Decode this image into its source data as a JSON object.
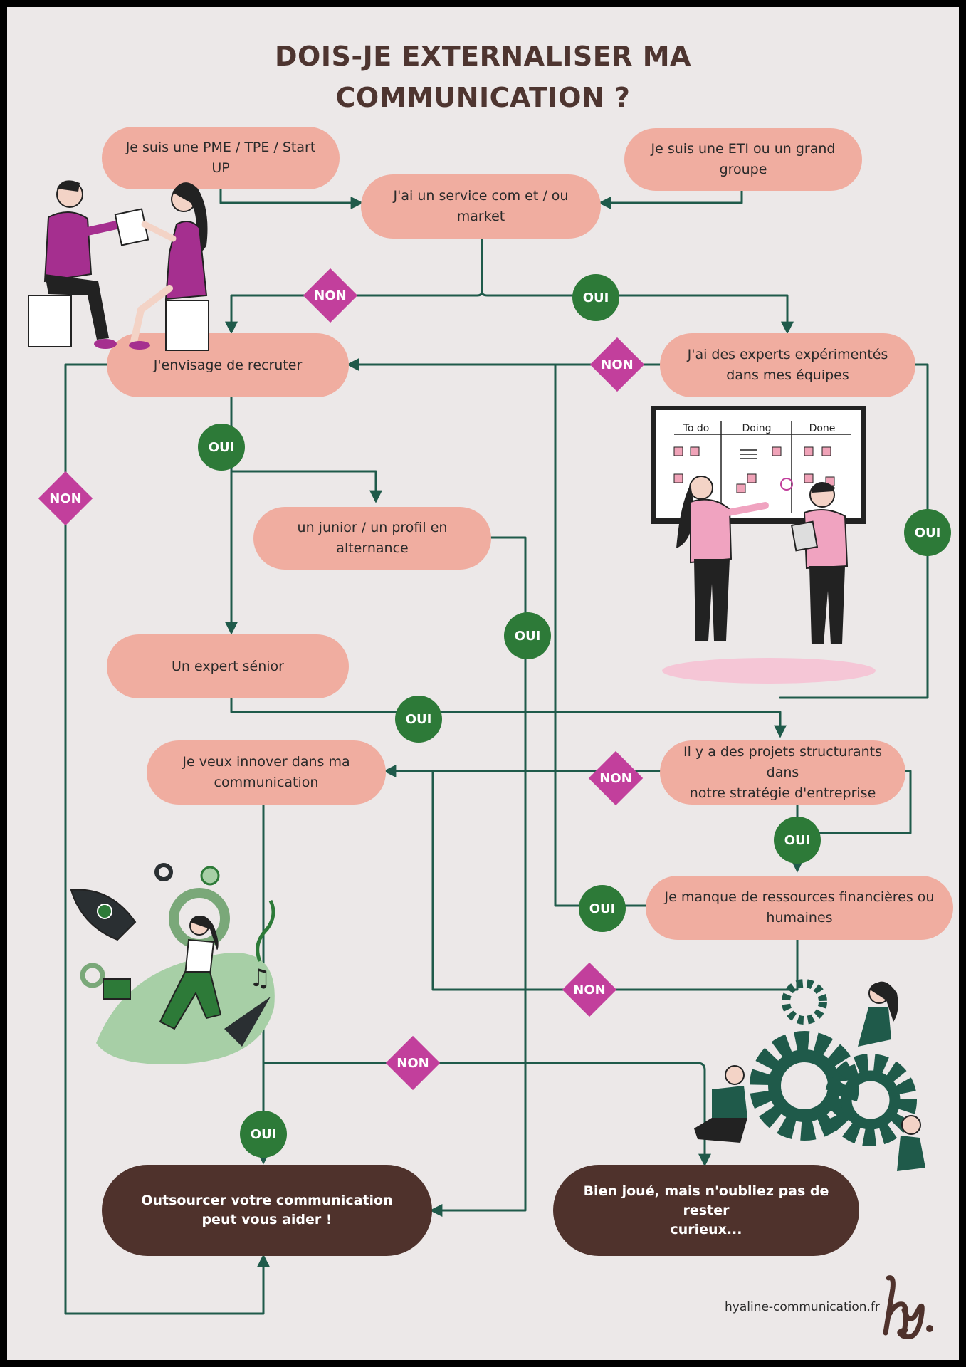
{
  "title": {
    "line1": "DOIS-JE EXTERNALISER MA",
    "line2": "COMMUNICATION ?"
  },
  "nodes": {
    "pme": "Je suis une PME / TPE / Start UP",
    "eti": "Je suis une ETI ou un grand groupe",
    "service": "J'ai un service com et / ou market",
    "recruter": "J'envisage de recruter",
    "experts_l1": "J'ai des experts expérimentés",
    "experts_l2": "dans mes équipes",
    "junior": "un junior / un profil en alternance",
    "senior": "Un expert sénior",
    "innover_l1": "Je veux innover dans ma",
    "innover_l2": "communication",
    "projets_l1": "Il y a des projets structurants dans",
    "projets_l2": "notre stratégie d'entreprise",
    "ressources_l1": "Je manque de ressources financières ou",
    "ressources_l2": "humaines",
    "outsource_l1": "Outsourcer votre communication",
    "outsource_l2": "peut vous aider !",
    "bravo_l1": "Bien joué, mais n'oubliez pas de rester",
    "bravo_l2": "curieux..."
  },
  "labels": {
    "oui": "OUI",
    "non": "NON"
  },
  "board": {
    "col1": "To do",
    "col2": "Doing",
    "col3": "Done"
  },
  "footer": {
    "url": "hyaline-communication.fr",
    "logo": "hy."
  },
  "colors": {
    "background": "#ece8e8",
    "node": "#f0ada0",
    "final": "#4f322c",
    "line": "#1f5a4a",
    "oui": "#2d7a38",
    "non": "#c23f9c",
    "title": "#4e3530"
  }
}
